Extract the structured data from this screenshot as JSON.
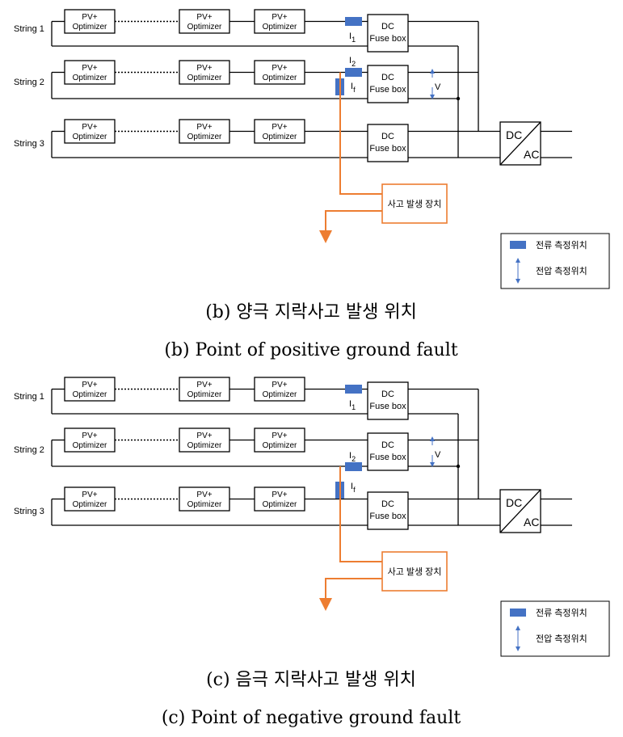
{
  "panels": [
    {
      "strings": [
        "String 1",
        "String 2",
        "String 3"
      ],
      "module": {
        "line1": "PV+",
        "line2": "Optimizer"
      },
      "fuse": {
        "line1": "DC",
        "line2": "Fuse box"
      },
      "converter": {
        "top": "DC",
        "bottom": "AC"
      },
      "sensors": {
        "i1": "I",
        "i1_sub": "1",
        "i2": "I",
        "i2_sub": "2",
        "if": "I",
        "if_sub": "f",
        "v": "V"
      },
      "fault_device": "사고 발생 장치",
      "legend": {
        "current": "전류 측정위치",
        "voltage": "전압 측정위치"
      },
      "caption_ko": "(b) 양극 지락사고 발생 위치",
      "caption_en": "(b) Point of positive ground fault"
    },
    {
      "strings": [
        "String 1",
        "String 2",
        "String 3"
      ],
      "module": {
        "line1": "PV+",
        "line2": "Optimizer"
      },
      "fuse": {
        "line1": "DC",
        "line2": "Fuse box"
      },
      "converter": {
        "top": "DC",
        "bottom": "AC"
      },
      "sensors": {
        "i1": "I",
        "i1_sub": "1",
        "i2": "I",
        "i2_sub": "2",
        "if": "I",
        "if_sub": "f",
        "v": "V"
      },
      "fault_device": "사고 발생 장치",
      "legend": {
        "current": "전류 측정위치",
        "voltage": "전압 측정위치"
      },
      "caption_ko": "(c) 음극 지락사고 발생 위치",
      "caption_en": "(c) Point of negative ground fault"
    }
  ],
  "colors": {
    "sensor": "#4472c4",
    "fault": "#ed7d31",
    "voltage_arrow": "#4472c4",
    "line": "#000000"
  }
}
